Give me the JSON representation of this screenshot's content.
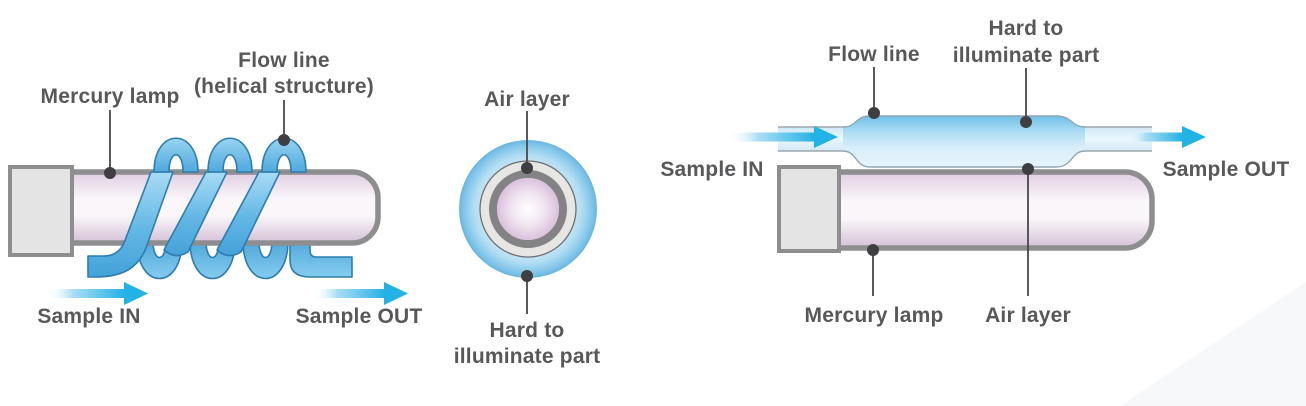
{
  "figure": {
    "left_diagram": {
      "mercury_lamp": "Mercury lamp",
      "flow_line_1": "Flow line",
      "flow_line_2": "(helical structure)",
      "sample_in": "Sample IN",
      "sample_out": "Sample OUT"
    },
    "cross_section": {
      "air_layer": "Air layer",
      "hard_1": "Hard to",
      "hard_2": "illuminate part"
    },
    "right_diagram": {
      "flow_line": "Flow line",
      "hard_1": "Hard to",
      "hard_2": "illuminate part",
      "sample_in": "Sample IN",
      "sample_out": "Sample OUT",
      "mercury_lamp": "Mercury lamp",
      "air_layer": "Air layer"
    },
    "colors": {
      "coil_blue": "#55aedd",
      "arrow_cyan": "#25b2e5",
      "lamp_mauve": "#e0cde2",
      "outline_gray": "#8e8e90",
      "label_text": "#58585a",
      "leader_dark": "#48484a"
    }
  }
}
